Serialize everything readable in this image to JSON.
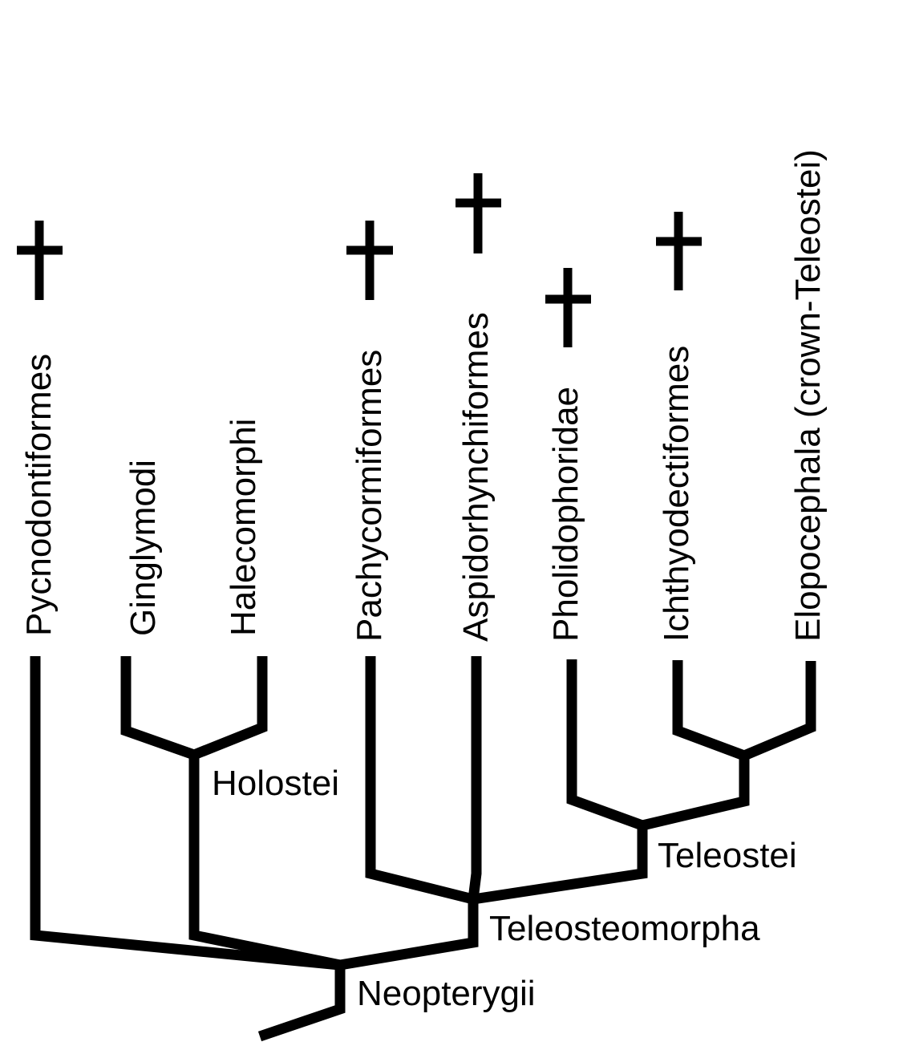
{
  "diagram": {
    "type": "cladogram",
    "extinct_marker": "†",
    "taxa": [
      {
        "id": "pycnodontiformes",
        "label": "Pycnodontiformes",
        "extinct": true
      },
      {
        "id": "ginglymodi",
        "label": "Ginglymodi",
        "extinct": false
      },
      {
        "id": "halecomorphi",
        "label": "Halecomorphi",
        "extinct": false
      },
      {
        "id": "pachycormiformes",
        "label": "Pachycormiformes",
        "extinct": true
      },
      {
        "id": "aspidorhynchiformes",
        "label": "Aspidorhynchiformes",
        "extinct": true
      },
      {
        "id": "pholidophoridae",
        "label": "Pholidophoridae",
        "extinct": true
      },
      {
        "id": "ichthyodectiformes",
        "label": "Ichthyodectiformes",
        "extinct": true
      },
      {
        "id": "elopocephala",
        "label": "Elopocephala (crown-Teleostei)",
        "extinct": false
      }
    ],
    "clades": [
      {
        "id": "holostei",
        "label": "Holostei",
        "members": [
          "ginglymodi",
          "halecomorphi"
        ]
      },
      {
        "id": "teleostei",
        "label": "Teleostei",
        "members": [
          "pholidophoridae",
          "ichthyodectiformes",
          "elopocephala"
        ]
      },
      {
        "id": "teleosteomorpha",
        "label": "Teleosteomorpha",
        "members": [
          "pachycormiformes",
          "aspidorhynchiformes",
          "pholidophoridae",
          "ichthyodectiformes",
          "elopocephala"
        ]
      },
      {
        "id": "neopterygii",
        "label": "Neopterygii",
        "members": [
          "pycnodontiformes",
          "ginglymodi",
          "halecomorphi",
          "pachycormiformes",
          "aspidorhynchiformes",
          "pholidophoridae",
          "ichthyodectiformes",
          "elopocephala"
        ]
      }
    ]
  }
}
